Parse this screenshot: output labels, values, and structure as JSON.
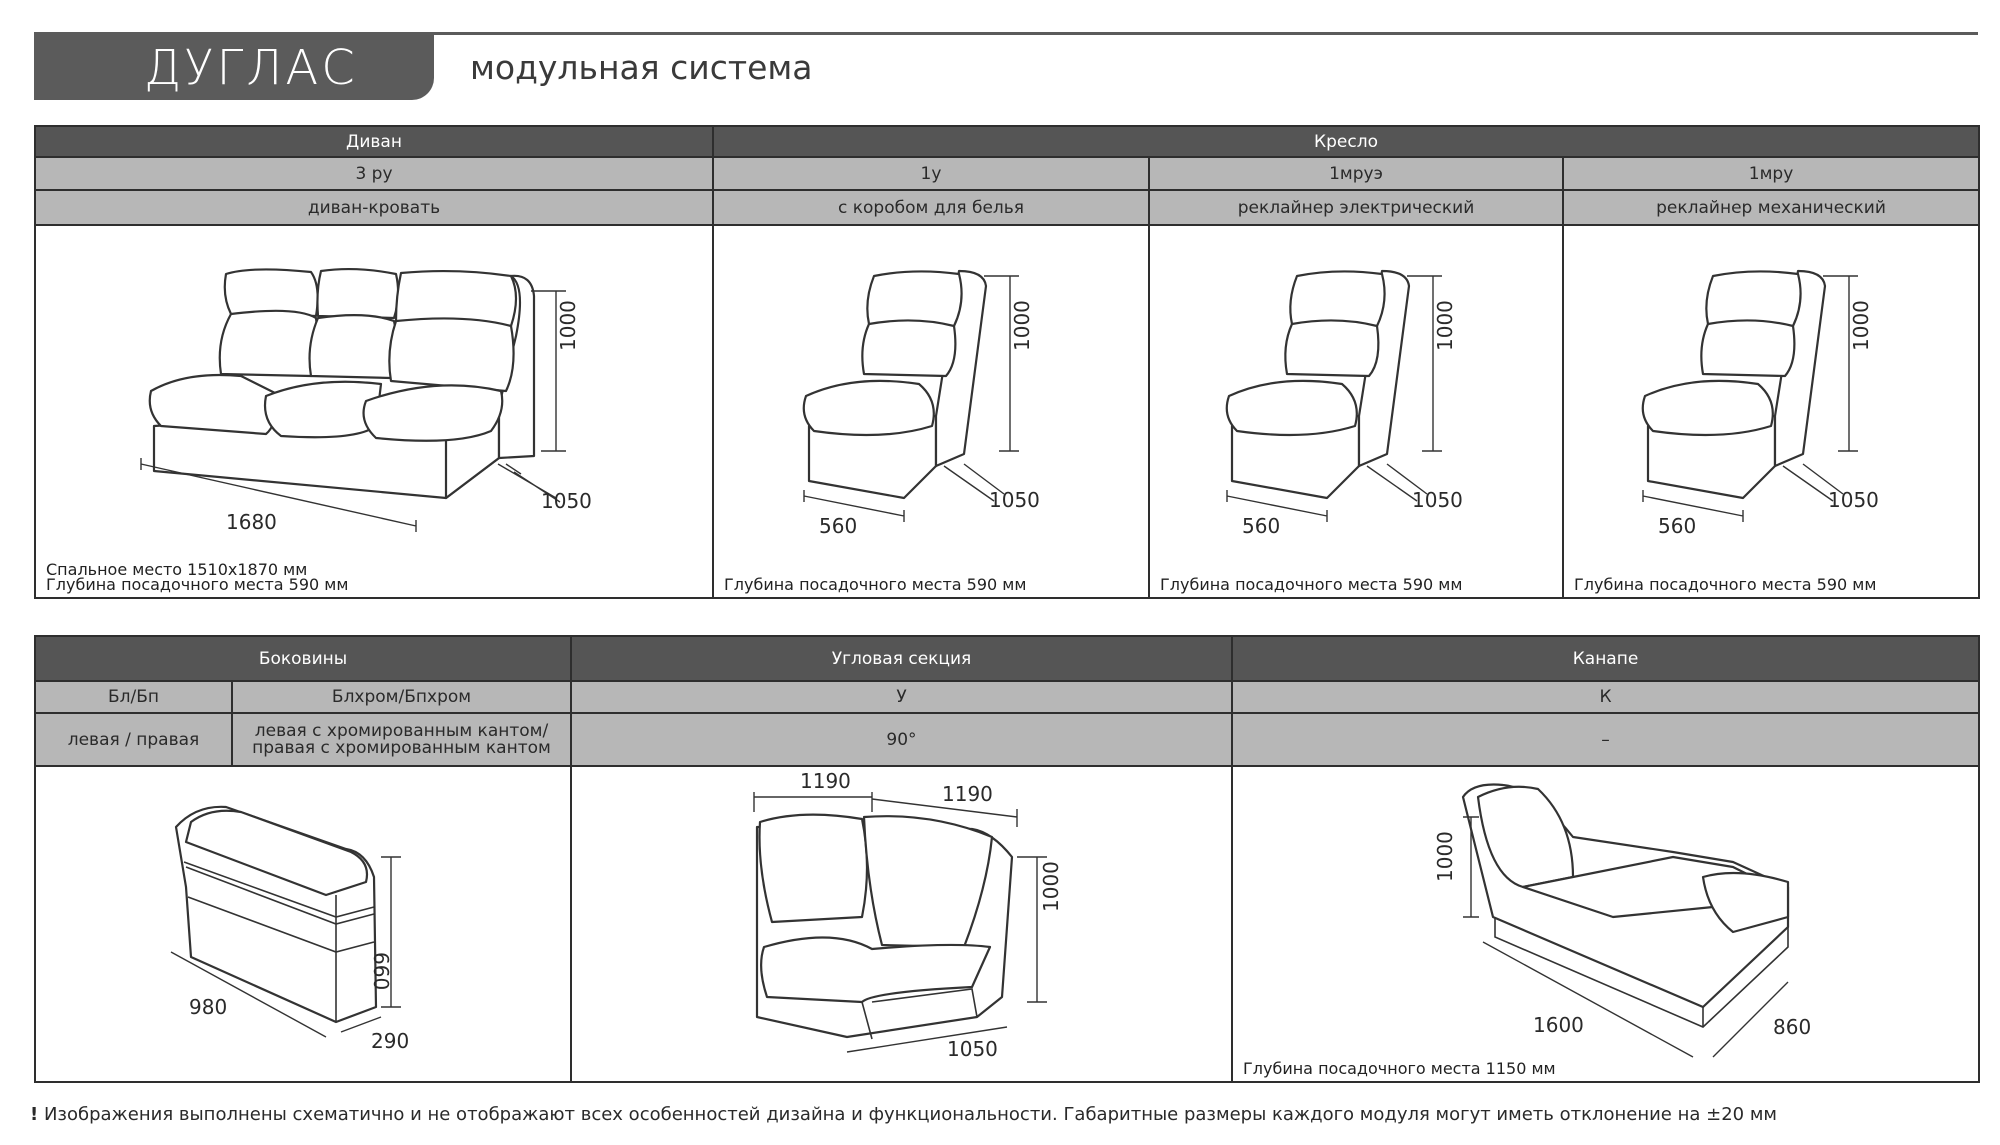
{
  "header": {
    "title": "ДУГЛАС",
    "subtitle": "модульная система"
  },
  "table1": {
    "groups": [
      "Диван",
      "Кресло"
    ],
    "codes": [
      "3 ру",
      "1у",
      "1мруэ",
      "1мру"
    ],
    "types": [
      "диван-кровать",
      "с коробом для белья",
      "реклайнер электрический",
      "реклайнер механический"
    ],
    "cells": [
      {
        "dims": {
          "height": "1000",
          "depth": "1050",
          "width": "1680"
        },
        "notes": [
          "Спальное место 1510х1870 мм",
          "Глубина посадочного места 590 мм"
        ]
      },
      {
        "dims": {
          "height": "1000",
          "depth": "1050",
          "width": "560"
        },
        "notes": [
          "Глубина посадочного места 590 мм"
        ]
      },
      {
        "dims": {
          "height": "1000",
          "depth": "1050",
          "width": "560"
        },
        "notes": [
          "Глубина посадочного места 590 мм"
        ]
      },
      {
        "dims": {
          "height": "1000",
          "depth": "1050",
          "width": "560"
        },
        "notes": [
          "Глубина посадочного места 590 мм"
        ]
      }
    ]
  },
  "table2": {
    "groups": [
      "Боковины",
      "Угловая секция",
      "Канапе"
    ],
    "codes": [
      "Бл/Бп",
      "Блхром/Бпхром",
      "У",
      "К"
    ],
    "types": [
      "левая / правая",
      "левая с хромированным кантом/правая с хромированным кантом",
      "90°",
      "–"
    ],
    "cells": [
      {
        "dims": {
          "height": "660",
          "depth": "290",
          "width": "980"
        },
        "notes": []
      },
      {
        "dims": {
          "top_left": "1190",
          "top_right": "1190",
          "height": "1000",
          "width": "1050"
        },
        "notes": []
      },
      {
        "dims": {
          "height": "1000",
          "width": "1600",
          "depth": "860"
        },
        "notes": [
          "Глубина посадочного места 1150 мм"
        ]
      }
    ]
  },
  "footnote": {
    "mark": "!",
    "text": "Изображения выполнены схематично и не отображают всех особенностей дизайна и функциональности. Габаритные размеры каждого модуля могут иметь отклонение на ±20 мм"
  }
}
